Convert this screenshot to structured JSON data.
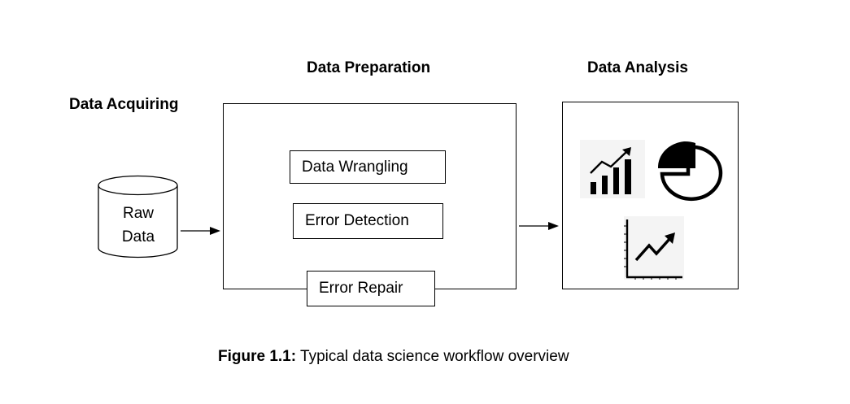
{
  "headings": {
    "acquiring": "Data Acquiring",
    "preparation": "Data Preparation",
    "analysis": "Data Analysis"
  },
  "raw_data": {
    "line1": "Raw",
    "line2": "Data"
  },
  "preparation_steps": [
    "Data Wrangling",
    "Error Detection",
    "Error Repair"
  ],
  "analysis_icons": [
    "bar-chart-trend-icon",
    "pie-chart-icon",
    "line-chart-icon"
  ],
  "caption": {
    "label": "Figure 1.1:",
    "text": " Typical data science workflow overview"
  },
  "colors": {
    "stroke": "#000000",
    "icon_bg": "#f2f2f2"
  }
}
